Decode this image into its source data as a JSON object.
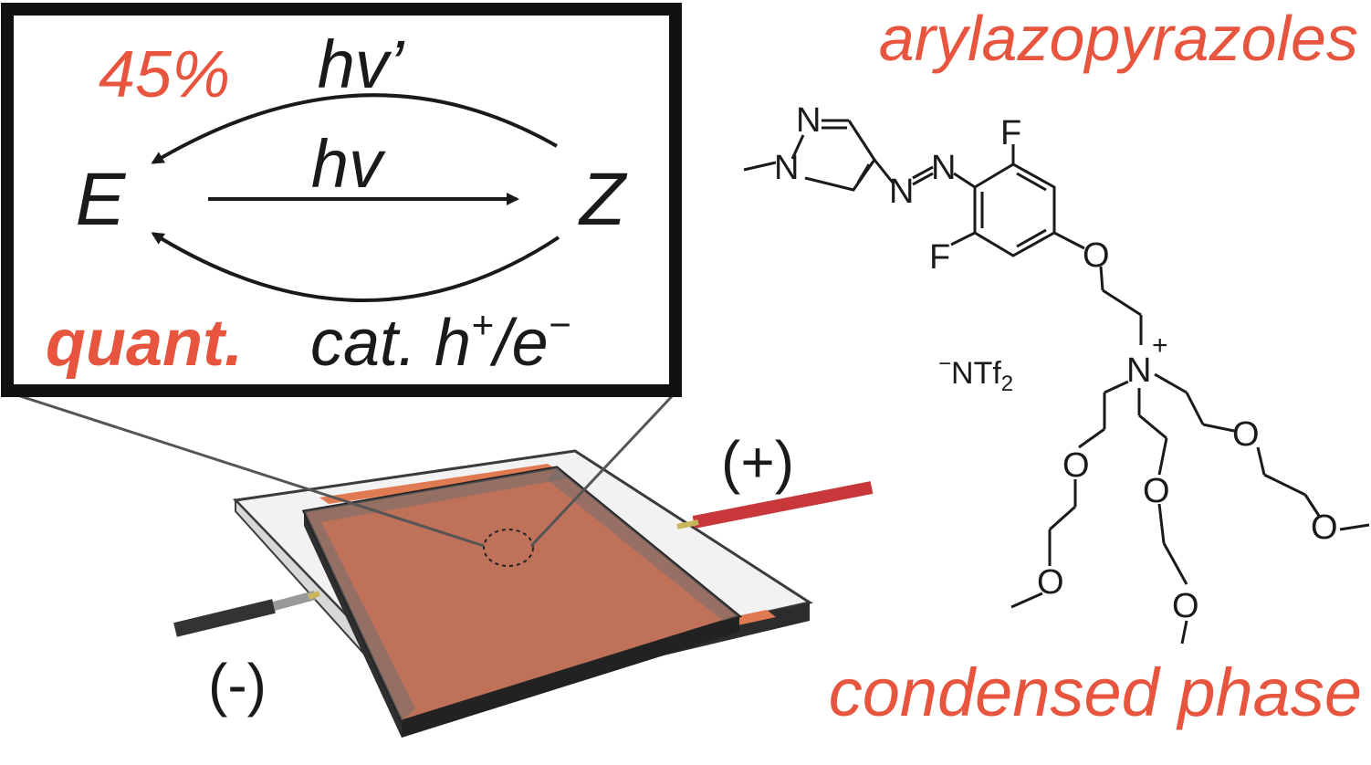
{
  "colors": {
    "accent": "#e8553f",
    "ink": "#1a1a1a",
    "film": "#c0715a",
    "film_edge": "#7d3d2b",
    "glass_fill": "#f2f2f2",
    "glass_edge": "#3b3b3b",
    "wire_red": "#c8373a",
    "wire_black": "#333333"
  },
  "scheme": {
    "isomer_e": "E",
    "isomer_z": "Z",
    "forward_light": "hv",
    "reverse_light": "hv’",
    "reverse_catalysis": "cat. h",
    "reverse_catalysis_sup": "+",
    "reverse_catalysis_slash": "/e",
    "reverse_catalysis_sup2": "−",
    "photo_yield": "45%",
    "electro_yield": "quant."
  },
  "molecule": {
    "title": "arylazopyrazoles",
    "atoms": {
      "n1": "N",
      "n2": "N",
      "n_azo1": "N",
      "n_azo2": "N",
      "f_top": "F",
      "f_bottom": "F",
      "o_ether": "O",
      "n_ammonium": "N",
      "n_charge": "+",
      "o1": "O",
      "o2": "O",
      "o3": "O",
      "o4": "O",
      "o5": "O",
      "o6": "O"
    },
    "counterion": "NTf",
    "counterion_charge": "−",
    "counterion_sub": "2"
  },
  "device": {
    "anode_label": "(+)",
    "cathode_label": "(-)"
  },
  "phase_label": "condensed phase"
}
